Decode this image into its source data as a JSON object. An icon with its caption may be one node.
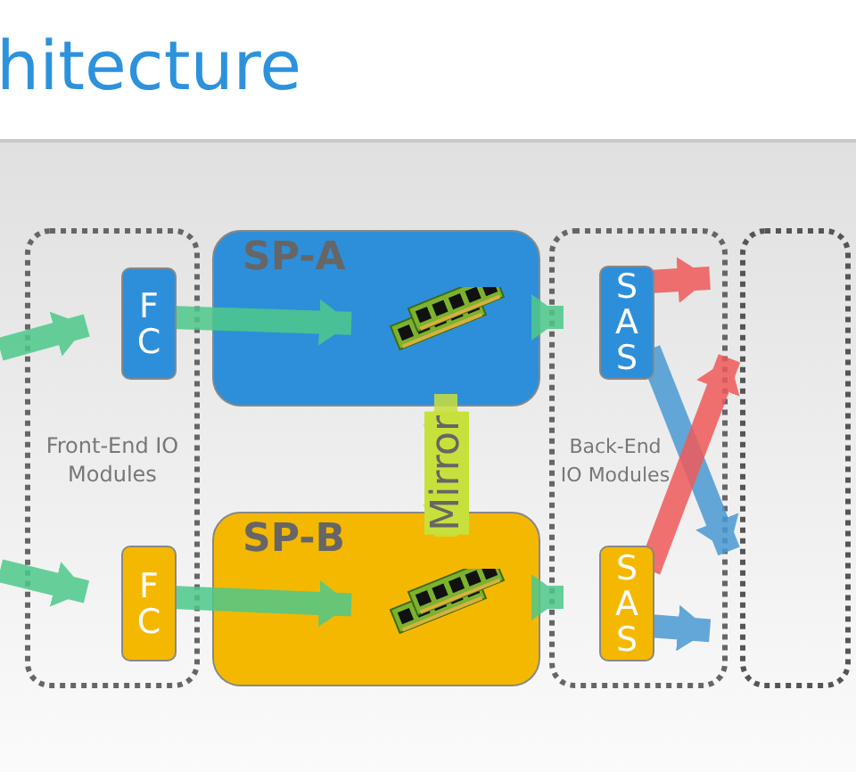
{
  "diagram": {
    "title": "hitecture",
    "nodes": [
      {
        "text": [
          "Front-End IO Modules"
        ]
      },
      {
        "text": [
          "F C"
        ],
        "in": 0
      },
      {
        "text": [
          "F C"
        ],
        "in": 0
      },
      {
        "text": [
          "SP-A"
        ]
      },
      {
        "text": [],
        "shape": "picture",
        "in": 3
      },
      {
        "text": [
          "SP-B"
        ]
      },
      {
        "text": [],
        "shape": "picture",
        "in": 5
      },
      {
        "text": [
          "Back-End IO Modules"
        ]
      },
      {
        "text": [
          "S A S"
        ],
        "in": 7
      },
      {
        "text": [
          "S A S"
        ],
        "in": 7
      },
      {
        "text": [],
        "shape": "box"
      }
    ],
    "edges": [
      {
        "from": null,
        "to": 1,
        "arrow": "to"
      },
      {
        "from": null,
        "to": 2,
        "arrow": "to"
      },
      {
        "from": 1,
        "to": 4,
        "arrow": "to"
      },
      {
        "from": 2,
        "to": 6,
        "arrow": "to"
      },
      {
        "from": 6,
        "to": 4,
        "arrow": "both",
        "label": "Mirror",
        "color": "#c8e03c"
      },
      {
        "from": 3,
        "to": 8,
        "arrow": "to"
      },
      {
        "from": 5,
        "to": 9,
        "arrow": "to"
      },
      {
        "from": 8,
        "to": 10,
        "arrow": "to",
        "color": "#f05a5a"
      },
      {
        "from": 8,
        "to": 10,
        "arrow": "to",
        "color": "#4a9ad4"
      },
      {
        "from": 9,
        "to": 10,
        "arrow": "to",
        "color": "#f05a5a"
      },
      {
        "from": 9,
        "to": 10,
        "arrow": "to",
        "color": "#4a9ad4"
      }
    ]
  }
}
